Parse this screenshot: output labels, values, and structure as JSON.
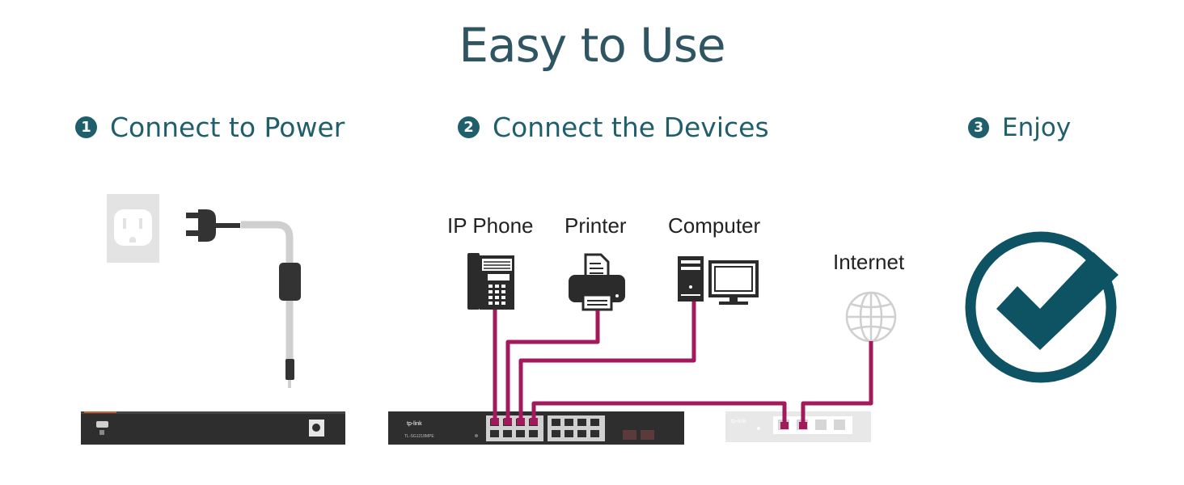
{
  "title": "Easy to Use",
  "steps": [
    {
      "number": "1",
      "label": "Connect to Power"
    },
    {
      "number": "2",
      "label": "Connect the Devices"
    },
    {
      "number": "3",
      "label": "Enjoy"
    }
  ],
  "devices": {
    "ip_phone": "IP Phone",
    "printer": "Printer",
    "computer": "Computer",
    "internet": "Internet"
  },
  "switch_brand": "tp-link",
  "switch_model": "TL-SG1218MPE",
  "router_brand": "tp-link",
  "colors": {
    "heading": "#2f5563",
    "accent": "#1f5f6b",
    "cable": "#a3195b",
    "device_dark": "#2b2b2b",
    "check": "#0e5364"
  },
  "icons": [
    "power-outlet-icon",
    "power-plug-icon",
    "ip-phone-icon",
    "printer-icon",
    "computer-icon",
    "globe-icon",
    "check-circle-icon"
  ]
}
